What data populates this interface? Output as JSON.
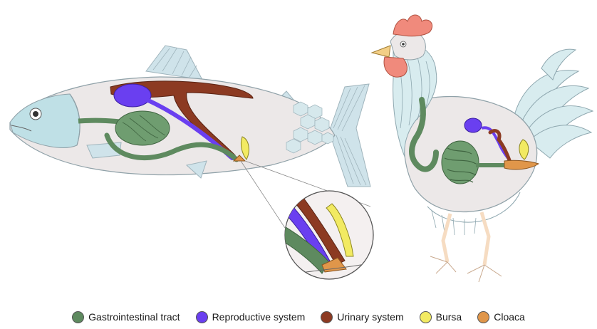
{
  "legend": {
    "items": [
      {
        "label": "Gastrointestinal tract",
        "color": "#5e8a5f",
        "icon": "gastrointestinal-swatch"
      },
      {
        "label": "Reproductive system",
        "color": "#6a3ff0",
        "icon": "reproductive-swatch"
      },
      {
        "label": "Urinary system",
        "color": "#8c3a22",
        "icon": "urinary-swatch"
      },
      {
        "label": "Bursa",
        "color": "#f2ea62",
        "icon": "bursa-swatch"
      },
      {
        "label": "Cloaca",
        "color": "#e0964a",
        "icon": "cloaca-swatch"
      }
    ]
  },
  "figures": {
    "fish": {
      "body_color": "#ece8e8",
      "fin_color": "#cfe3ea",
      "outline_color": "#9fb4bc"
    },
    "chicken": {
      "body_color": "#ece8e8",
      "comb_color": "#f08a7c",
      "feather_color": "#d8ecef",
      "leg_color": "#f6dcc2"
    }
  }
}
